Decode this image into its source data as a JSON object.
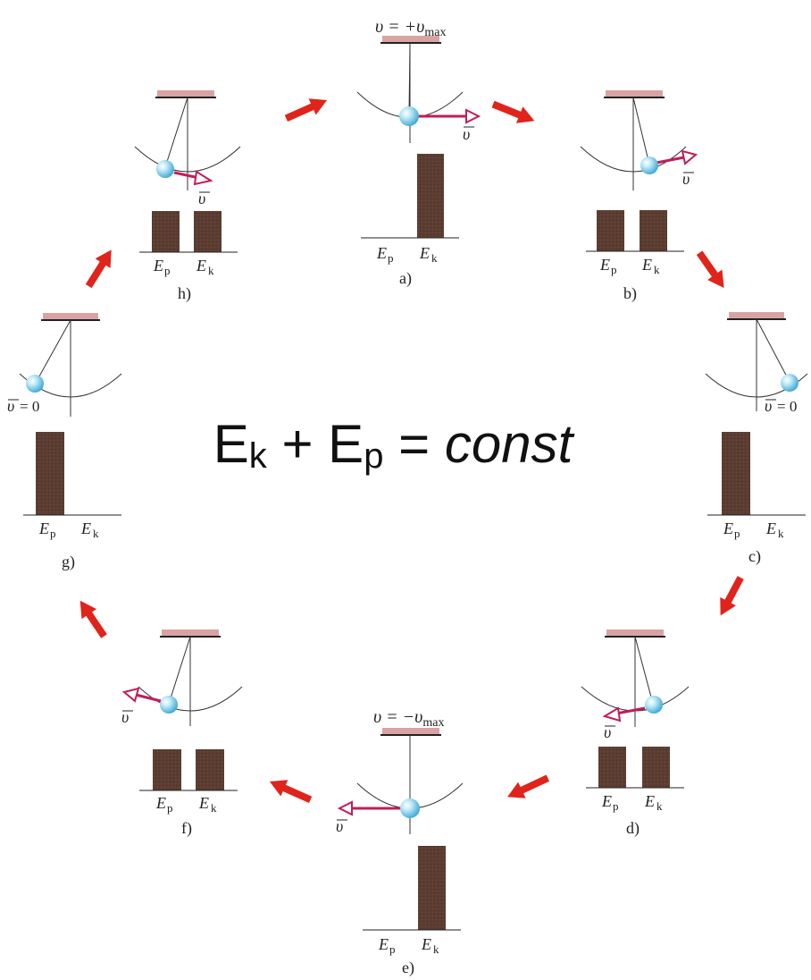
{
  "colors": {
    "ceiling": "#d9a3a3",
    "bar": "#5b3d31",
    "velocity_arrow": "#c11d5a",
    "cycle_arrow": "#e0241b",
    "bob": "#8fd6ee"
  },
  "equation": {
    "ek_main": "E",
    "ek_sub": "k",
    "plus": "+",
    "ep_main": "E",
    "ep_sub": "p",
    "equals": "=",
    "rhs": "const"
  },
  "axis": {
    "ep_letter": "E",
    "ep_sub": "p",
    "ek_letter": "E",
    "ek_sub": "k"
  },
  "velocity": {
    "symbol": "υ",
    "max_sub": "max",
    "a_label_prefix": "υ = +υ",
    "e_label_prefix": "υ = −υ",
    "zero": "= 0"
  },
  "panels": [
    {
      "id": "a",
      "label": "a)",
      "velocity_state": "+max",
      "ep": 0.0,
      "ek": 1.0
    },
    {
      "id": "b",
      "label": "b)",
      "velocity_state": "right",
      "ep": 0.5,
      "ek": 0.5
    },
    {
      "id": "c",
      "label": "c)",
      "velocity_state": "zero",
      "ep": 1.0,
      "ek": 0.0
    },
    {
      "id": "d",
      "label": "d)",
      "velocity_state": "left",
      "ep": 0.5,
      "ek": 0.5
    },
    {
      "id": "e",
      "label": "e)",
      "velocity_state": "-max",
      "ep": 0.0,
      "ek": 1.0
    },
    {
      "id": "f",
      "label": "f)",
      "velocity_state": "left",
      "ep": 0.5,
      "ek": 0.5
    },
    {
      "id": "g",
      "label": "g)",
      "velocity_state": "zero",
      "ep": 1.0,
      "ek": 0.0
    },
    {
      "id": "h",
      "label": "h)",
      "velocity_state": "right",
      "ep": 0.5,
      "ek": 0.5
    }
  ]
}
